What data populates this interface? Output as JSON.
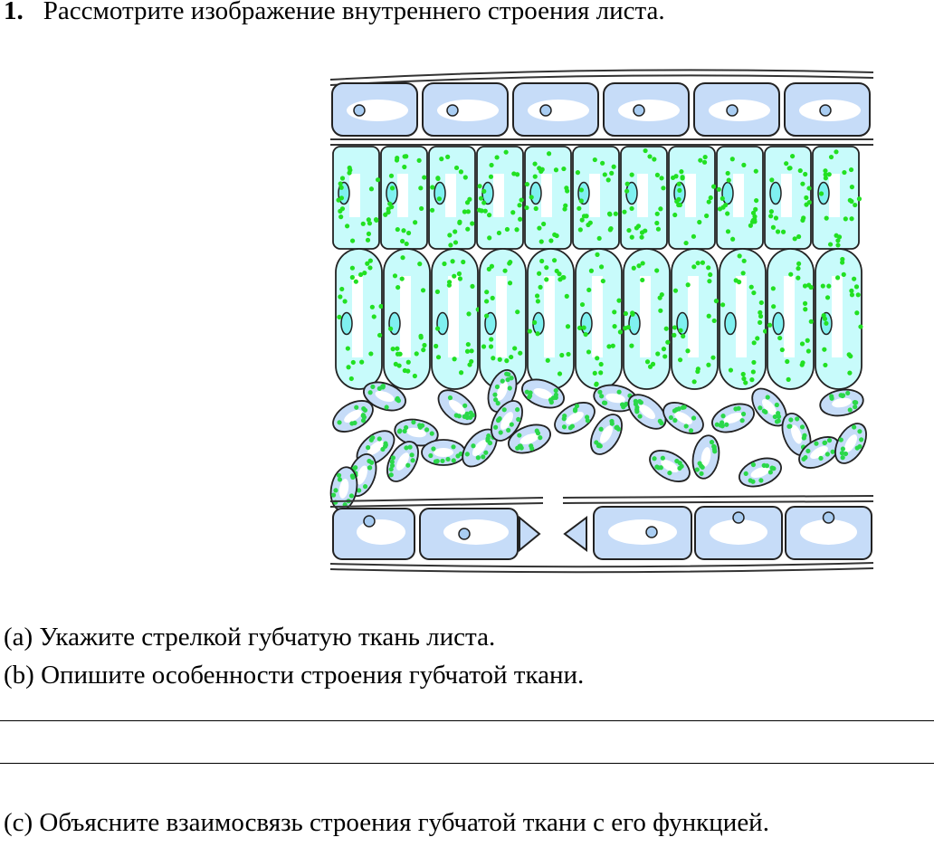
{
  "question": {
    "number": "1.",
    "title": "Рассмотрите изображение внутреннего строения листа.",
    "parts": [
      {
        "text": "(a) Укажите стрелкой губчатую ткань листа."
      },
      {
        "text": "(b) Опишите особенности строения губчатой ткани."
      },
      {
        "text": "(c) Объясните взаимосвязь строения губчатой ткани с его функцией."
      }
    ]
  },
  "colors": {
    "epidermis": "#c6dcf8",
    "palisade": "#c8fbfb",
    "chloroplast": "#22e022",
    "outline": "#222222"
  }
}
